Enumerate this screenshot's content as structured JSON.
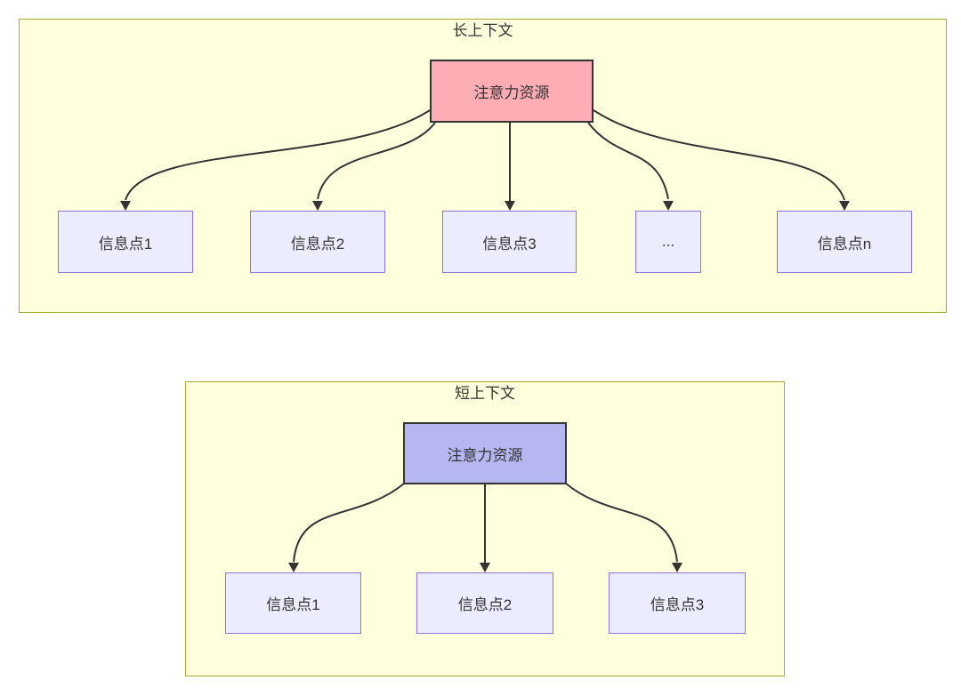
{
  "colors": {
    "page-bg": "#ffffff",
    "cluster-fill": "#ffffde",
    "cluster-border": "#aaaa33",
    "node-fill": "#ececff",
    "node-border": "#9370db",
    "attention-long-fill": "#ffadb5",
    "attention-short-fill": "#b6b6f0",
    "attention-border": "#333333",
    "edge": "#333333",
    "text": "#333333"
  },
  "long_context": {
    "title": "长上下文",
    "attention": "注意力资源",
    "nodes": [
      {
        "label": "信息点1"
      },
      {
        "label": "信息点2"
      },
      {
        "label": "信息点3"
      },
      {
        "label": "..."
      },
      {
        "label": "信息点n"
      }
    ],
    "edges": [
      {
        "from": "注意力资源",
        "to": "信息点1"
      },
      {
        "from": "注意力资源",
        "to": "信息点2"
      },
      {
        "from": "注意力资源",
        "to": "信息点3"
      },
      {
        "from": "注意力资源",
        "to": "..."
      },
      {
        "from": "注意力资源",
        "to": "信息点n"
      }
    ]
  },
  "short_context": {
    "title": "短上下文",
    "attention": "注意力资源",
    "nodes": [
      {
        "label": "信息点1"
      },
      {
        "label": "信息点2"
      },
      {
        "label": "信息点3"
      }
    ],
    "edges": [
      {
        "from": "注意力资源",
        "to": "信息点1"
      },
      {
        "from": "注意力资源",
        "to": "信息点2"
      },
      {
        "from": "注意力资源",
        "to": "信息点3"
      }
    ]
  }
}
